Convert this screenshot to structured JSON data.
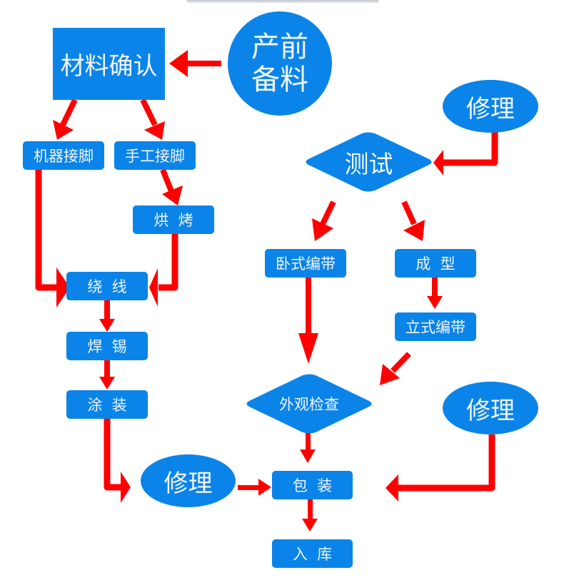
{
  "diagram": {
    "colors": {
      "node": "#0a84e8",
      "arrow": "#ff0000",
      "text": "#f2f6fb"
    },
    "nodes": {
      "prep": "产前\n备料",
      "confirm": "材料确认",
      "machine_pin": "机器接脚",
      "manual_pin": "手工接脚",
      "bake": "烘  烤",
      "wind": "绕  线",
      "solder": "焊  锡",
      "coat": "涂  装",
      "repair_left": "修理",
      "test": "测试",
      "repair_top": "修理",
      "horizontal_tape": "卧式编带",
      "form": "成  型",
      "vertical_tape": "立式编带",
      "inspect": "外观检查",
      "repair_right": "修理",
      "pack": "包  装",
      "store": "入  库"
    },
    "edges": [
      {
        "from": "prep",
        "to": "confirm"
      },
      {
        "from": "confirm",
        "to": "machine_pin"
      },
      {
        "from": "confirm",
        "to": "manual_pin"
      },
      {
        "from": "manual_pin",
        "to": "bake"
      },
      {
        "from": "machine_pin",
        "to": "wind"
      },
      {
        "from": "bake",
        "to": "wind"
      },
      {
        "from": "wind",
        "to": "solder"
      },
      {
        "from": "solder",
        "to": "coat"
      },
      {
        "from": "coat",
        "to": "repair_left"
      },
      {
        "from": "repair_left",
        "to": "pack"
      },
      {
        "from": "repair_top",
        "to": "test"
      },
      {
        "from": "test",
        "to": "horizontal_tape"
      },
      {
        "from": "test",
        "to": "form"
      },
      {
        "from": "form",
        "to": "vertical_tape"
      },
      {
        "from": "horizontal_tape",
        "to": "inspect"
      },
      {
        "from": "vertical_tape",
        "to": "inspect"
      },
      {
        "from": "inspect",
        "to": "pack"
      },
      {
        "from": "repair_right",
        "to": "pack"
      },
      {
        "from": "pack",
        "to": "store"
      }
    ]
  }
}
